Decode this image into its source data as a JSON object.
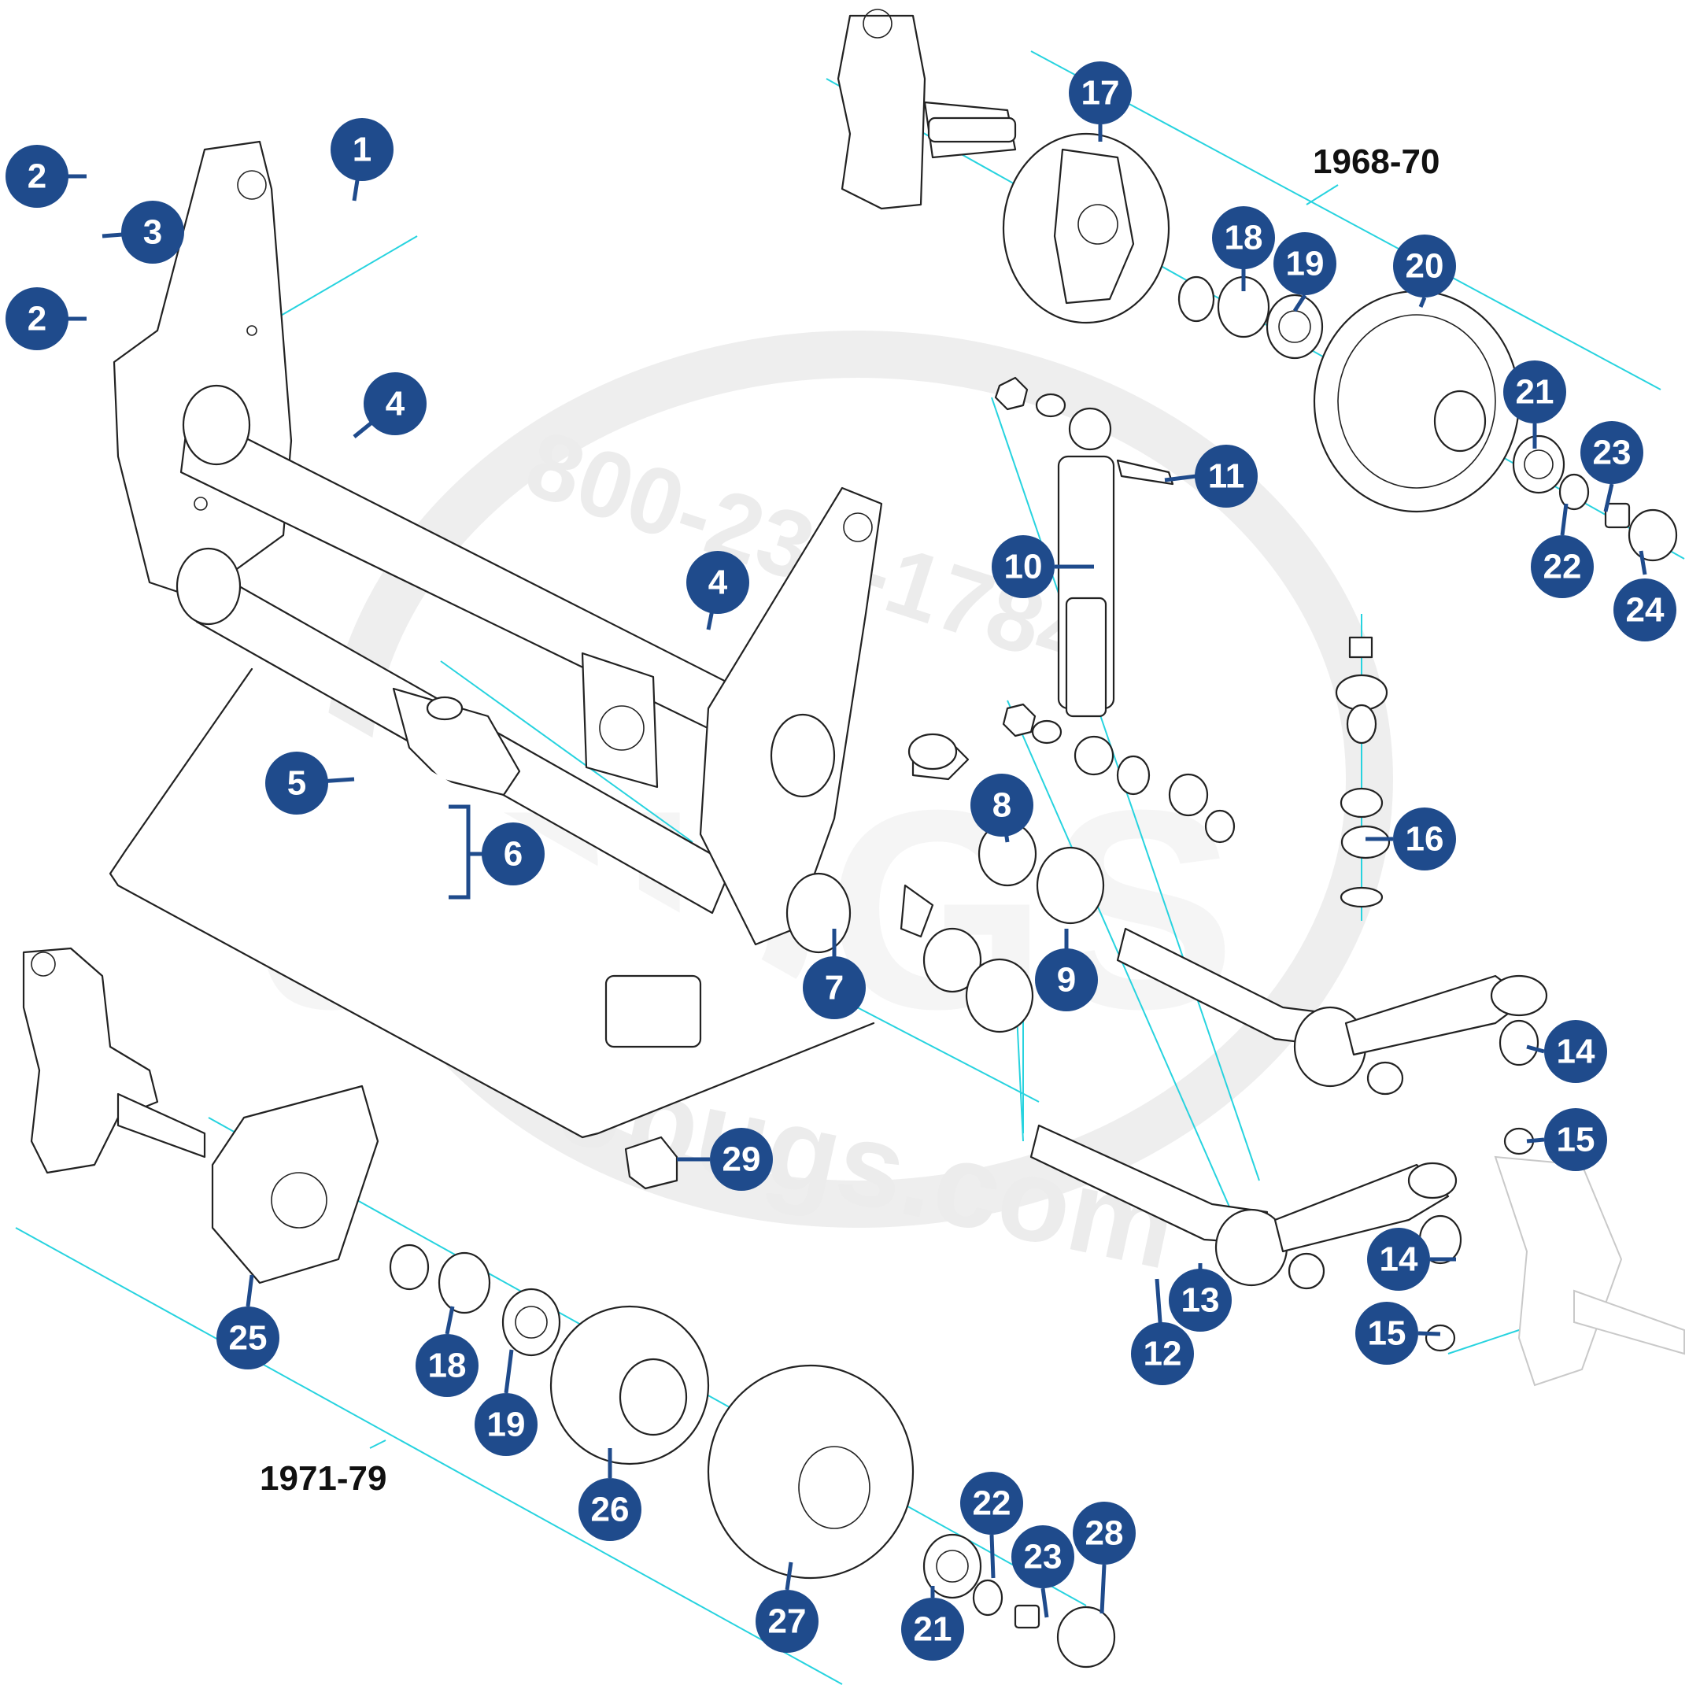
{
  "years": {
    "early": "1968-70",
    "late": "1971-79"
  },
  "watermark": {
    "phone": "800-231-1784",
    "brand": "JBUGS",
    "site": "Jbugs.com"
  },
  "colors": {
    "badge": "#1f4b8c",
    "guide": "#27d3df",
    "line": "#222222"
  },
  "callouts": [
    {
      "id": "c1",
      "label": "1"
    },
    {
      "id": "c2a",
      "label": "2"
    },
    {
      "id": "c2b",
      "label": "2"
    },
    {
      "id": "c3",
      "label": "3"
    },
    {
      "id": "c4a",
      "label": "4"
    },
    {
      "id": "c4b",
      "label": "4"
    },
    {
      "id": "c5",
      "label": "5"
    },
    {
      "id": "c6",
      "label": "6"
    },
    {
      "id": "c7",
      "label": "7"
    },
    {
      "id": "c8",
      "label": "8"
    },
    {
      "id": "c9",
      "label": "9"
    },
    {
      "id": "c10",
      "label": "10"
    },
    {
      "id": "c11",
      "label": "11"
    },
    {
      "id": "c12",
      "label": "12"
    },
    {
      "id": "c13",
      "label": "13"
    },
    {
      "id": "c14a",
      "label": "14"
    },
    {
      "id": "c14b",
      "label": "14"
    },
    {
      "id": "c15a",
      "label": "15"
    },
    {
      "id": "c15b",
      "label": "15"
    },
    {
      "id": "c16",
      "label": "16"
    },
    {
      "id": "c17",
      "label": "17"
    },
    {
      "id": "c18a",
      "label": "18"
    },
    {
      "id": "c18b",
      "label": "18"
    },
    {
      "id": "c19a",
      "label": "19"
    },
    {
      "id": "c19b",
      "label": "19"
    },
    {
      "id": "c20",
      "label": "20"
    },
    {
      "id": "c21a",
      "label": "21"
    },
    {
      "id": "c21b",
      "label": "21"
    },
    {
      "id": "c22a",
      "label": "22"
    },
    {
      "id": "c22b",
      "label": "22"
    },
    {
      "id": "c23a",
      "label": "23"
    },
    {
      "id": "c23b",
      "label": "23"
    },
    {
      "id": "c24",
      "label": "24"
    },
    {
      "id": "c25",
      "label": "25"
    },
    {
      "id": "c26",
      "label": "26"
    },
    {
      "id": "c27",
      "label": "27"
    },
    {
      "id": "c28",
      "label": "28"
    },
    {
      "id": "c29",
      "label": "29"
    }
  ]
}
